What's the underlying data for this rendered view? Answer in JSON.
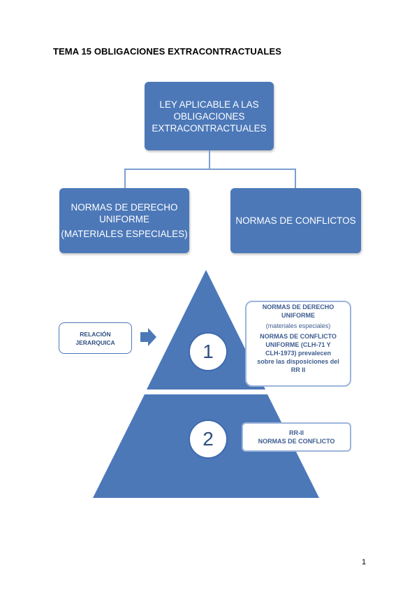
{
  "title": "TEMA 15 OBLIGACIONES EXTRACONTRACTUALES",
  "top_box": {
    "line1": "LEY APLICABLE A LAS",
    "line2": "OBLIGACIONES",
    "line3": "EXTRACONTRACTUALES"
  },
  "left_box": {
    "line1": "NORMAS DE DERECHO",
    "line2": "UNIFORME",
    "line3": "(MATERIALES ESPECIALES)"
  },
  "right_box": {
    "line1": "NORMAS DE CONFLICTOS"
  },
  "relation_box": {
    "line1": "RELACIÓN",
    "line2": "JERARQUICA"
  },
  "pyramid": {
    "level1_number": "1",
    "level2_number": "2",
    "color": "#4c78b8"
  },
  "callout1": {
    "line1": "NORMAS DE DERECHO",
    "line2": "UNIFORME",
    "line3": "(materiales especiales)",
    "line4": "NORMAS DE CONFLICTO",
    "line5": "UNIFORME (CLH-71 Y",
    "line6": "CLH-1973) prevalecen",
    "line7": "sobre las disposiciones del",
    "line8": "RR II"
  },
  "callout2": {
    "line1": "RR-II",
    "line2": "NORMAS DE CONFLICTO"
  },
  "page_number": "1"
}
